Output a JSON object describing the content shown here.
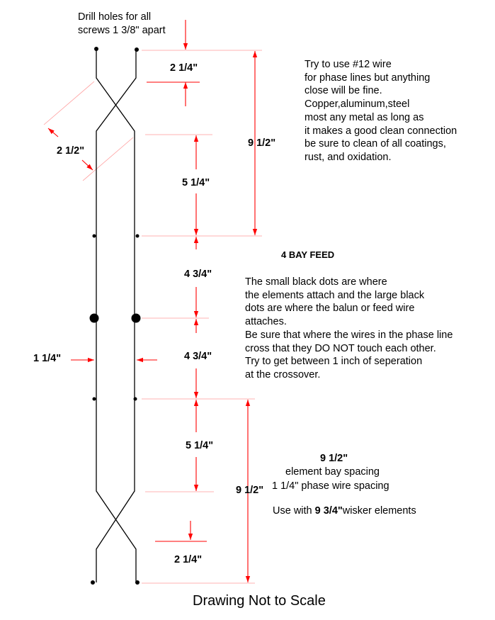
{
  "title": "4  BAY FEED",
  "footer": "Drawing Not to Scale",
  "top_note": {
    "lines": [
      "Drill holes for all",
      "screws 1 3/8\" apart"
    ]
  },
  "wire_note": {
    "lines": [
      "Try to use #12 wire",
      "for phase lines but anything",
      "close will be fine.",
      "Copper,aluminum,steel",
      "most any metal as long as",
      "it makes a good clean connection",
      "be sure to clean of all coatings,",
      "rust, and oxidation."
    ]
  },
  "dots_note": {
    "lines": [
      "The small black dots are where",
      "the elements attach and the large black",
      "dots are where the balun or feed wire",
      "attaches.",
      "Be sure that where the wires in the phase line",
      "cross that they DO NOT touch each other.",
      "Try to get between 1 inch of seperation",
      "at the crossover."
    ]
  },
  "spec_note": {
    "bay_spacing_value": "9 1/2\"",
    "bay_spacing_label": "element bay spacing",
    "phase_spacing": "1 1/4\" phase wire spacing",
    "use_prefix": "Use with ",
    "element_length": "9 3/4\"",
    "use_suffix": "wisker elements"
  },
  "dimensions": {
    "top_gap": "2 1/4\"",
    "top_bay": "9 1/2\"",
    "crossover_diag": "2 1/2\"",
    "upper_straight": "5 1/4\"",
    "upper_mid": "4 3/4\"",
    "lower_mid": "4 3/4\"",
    "phase_spacing": "1 1/4\"",
    "lower_straight": "5 1/4\"",
    "bottom_bay": "9 1/2\"",
    "bottom_gap": "2 1/4\""
  },
  "colors": {
    "wire": "#000000",
    "dimension_arrow": "#ff0000",
    "extension_line": "#ff9a9a"
  }
}
